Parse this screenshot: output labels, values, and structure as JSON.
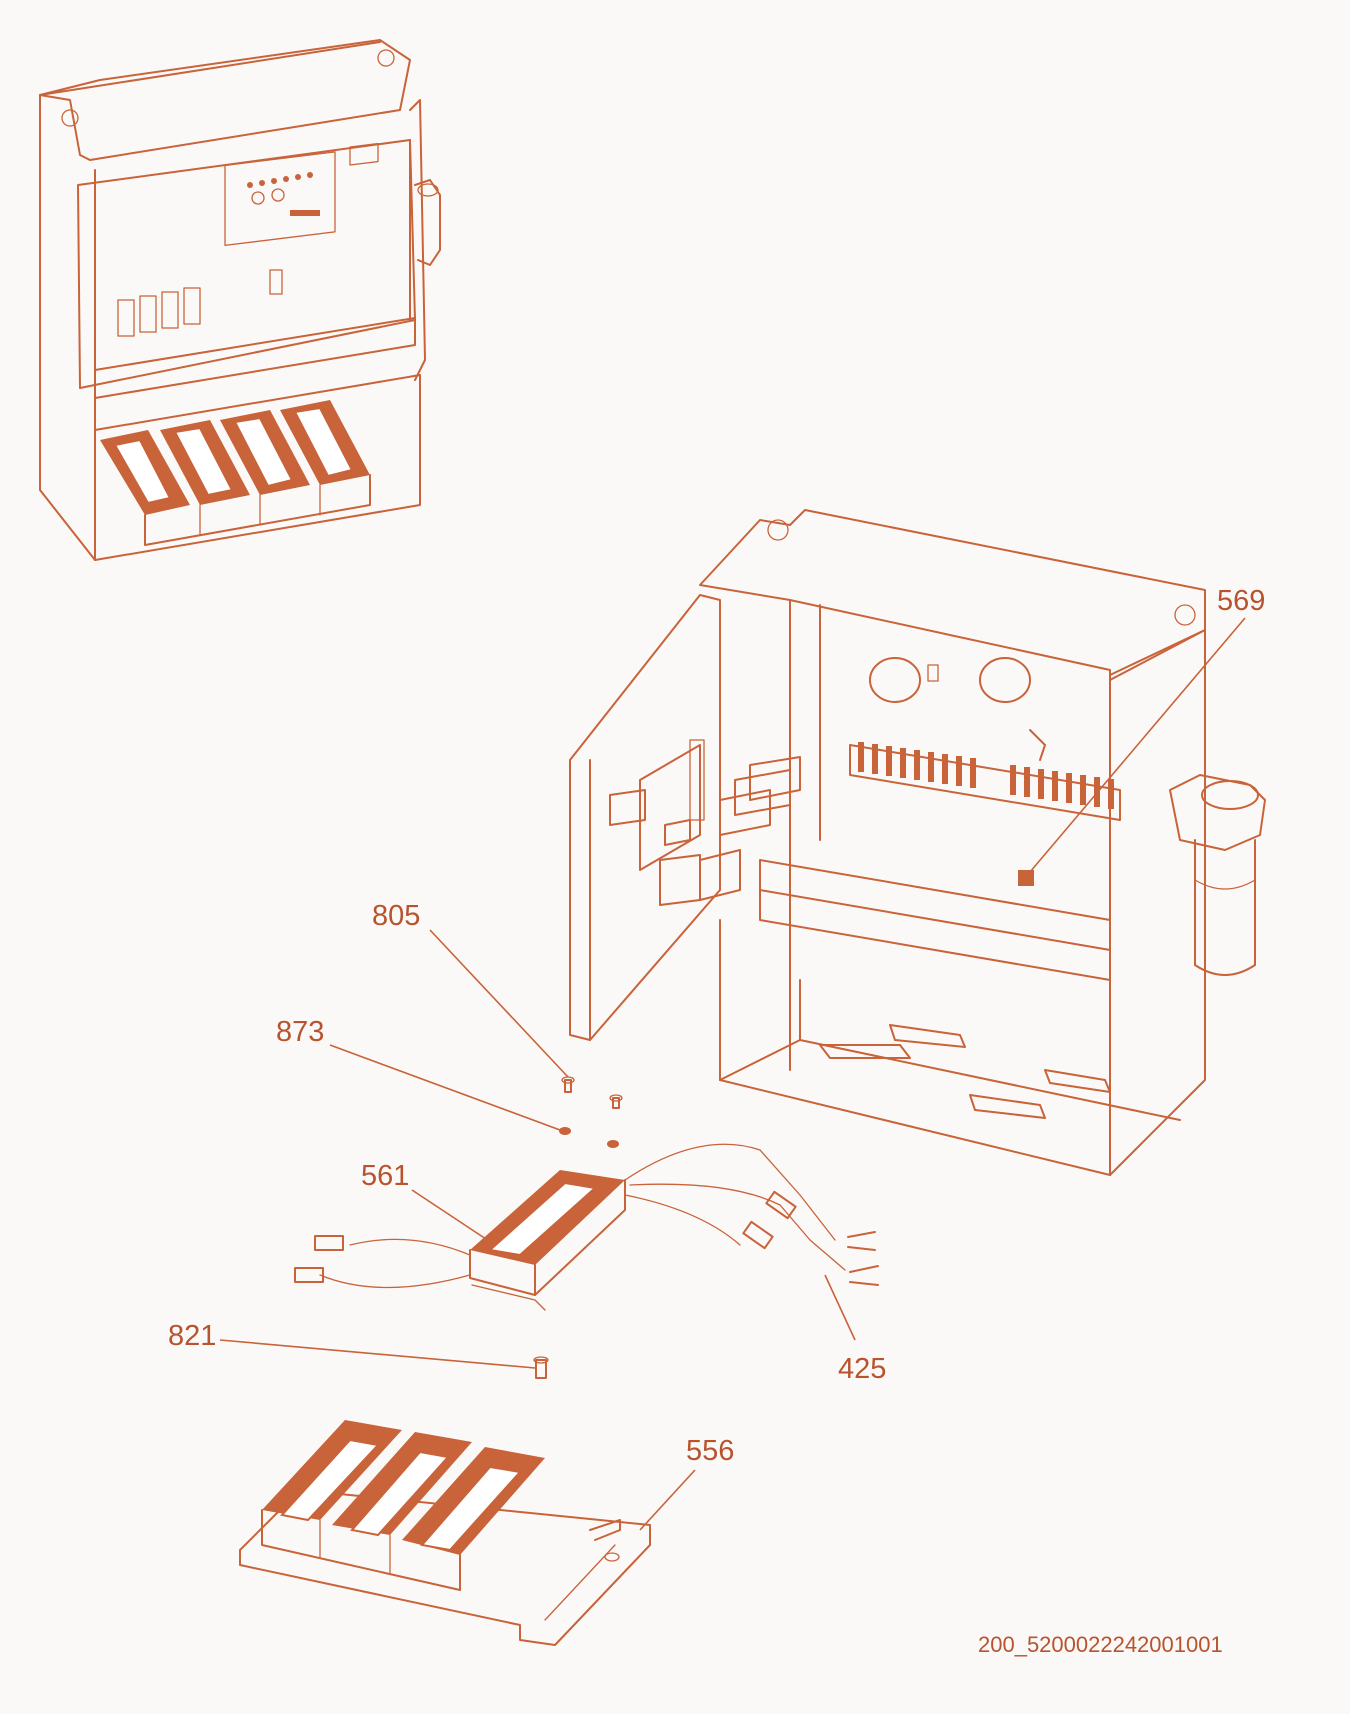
{
  "diagram": {
    "drawing_id": "200_5200022242001001",
    "callouts": [
      {
        "id": "569",
        "label": "569"
      },
      {
        "id": "805",
        "label": "805"
      },
      {
        "id": "873",
        "label": "873"
      },
      {
        "id": "561",
        "label": "561"
      },
      {
        "id": "821",
        "label": "821"
      },
      {
        "id": "425",
        "label": "425"
      },
      {
        "id": "556",
        "label": "556"
      }
    ],
    "line_color": "#c8633a",
    "text_color": "#b8532e",
    "background": "#fbf9f7"
  }
}
